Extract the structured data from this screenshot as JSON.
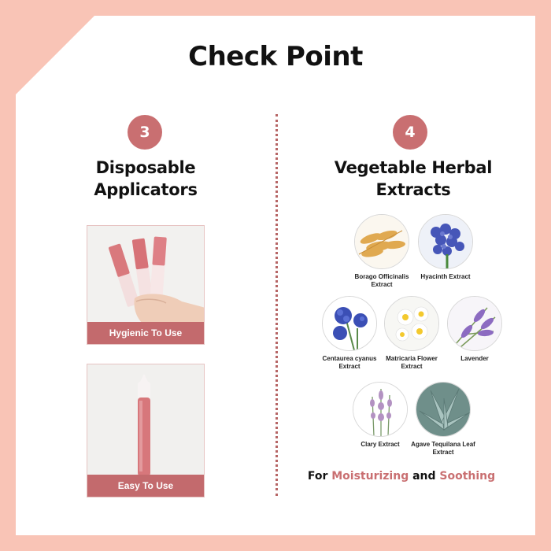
{
  "title": "Check Point",
  "left": {
    "number": "3",
    "heading_line1": "Disposable",
    "heading_line2": "Applicators",
    "images": [
      {
        "caption": "Hygienic To Use"
      },
      {
        "caption": "Easy To Use"
      }
    ]
  },
  "right": {
    "number": "4",
    "heading_line1": "Vegetable Herbal",
    "heading_line2": "Extracts",
    "herbs": [
      {
        "line1": "Borago Officinalis",
        "line2": "Extract",
        "icon": "wheat-icon"
      },
      {
        "line1": "Hyacinth Extract",
        "line2": "",
        "icon": "hyacinth-icon"
      },
      {
        "line1": "Centaurea cyanus",
        "line2": "Extract",
        "icon": "cornflower-icon"
      },
      {
        "line1": "Matricaria Flower",
        "line2": "Extract",
        "icon": "chamomile-icon"
      },
      {
        "line1": "Lavender",
        "line2": "",
        "icon": "lavender-icon"
      },
      {
        "line1": "Clary Extract",
        "line2": "",
        "icon": "clary-sage-icon"
      },
      {
        "line1": "Agave Tequilana Leaf",
        "line2": "Extract",
        "icon": "agave-icon"
      }
    ],
    "footer": {
      "prefix": "For ",
      "word1": "Moisturizing",
      "middle": " and ",
      "word2": "Soothing"
    }
  },
  "colors": {
    "background": "#f9c4b6",
    "accent": "#c96f71",
    "caption_bar": "#c36a6d"
  }
}
